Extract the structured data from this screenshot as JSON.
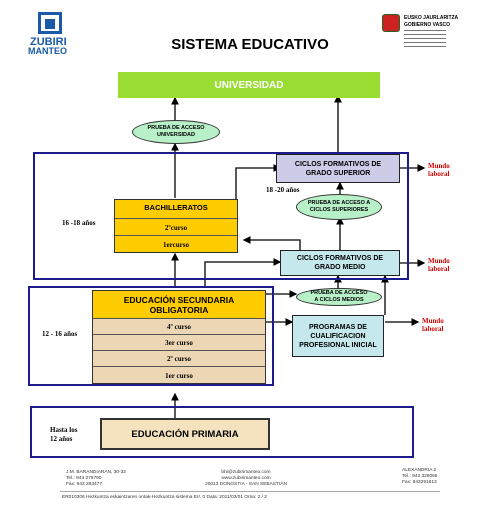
{
  "header": {
    "logo_left_line1": "ZUBIRI",
    "logo_left_line2": "MANTEO",
    "title": "SISTEMA EDUCATIVO",
    "logo_right_line1": "EUSKO JAURLARITZA",
    "logo_right_line2": "GOBIERNO VASCO"
  },
  "nodes": {
    "universidad": "UNIVERSIDAD",
    "prueba_universidad": "PRUEBA DE ACCESO UNIVERSIDAD",
    "ciclos_superior": "CICLOS FORMATIVOS DE GRADO SUPERIOR",
    "prueba_superiores": "PRUEBA DE ACCESO A CICLOS SUPERIORES",
    "bachilleratos": "BACHILLERATOS",
    "bach_2": "2ºcurso",
    "bach_1": "1ercurso",
    "ciclos_medio": "CICLOS FORMATIVOS DE GRADO MEDIO",
    "prueba_medios": "PRUEBA DE ACCESO A CICLOS MEDIOS",
    "eso_title": "EDUCACIÓN SECUNDARIA OBLIGATORIA",
    "eso_4": "4º curso",
    "eso_3": "3er curso",
    "eso_2": "2º curso",
    "eso_1": "1er curso",
    "pcpi": "PROGRAMAS DE CUALIFICACION PROFESIONAL INICIAL",
    "primaria": "EDUCACIÓN PRIMARIA"
  },
  "ages": {
    "bach_age": "16 -18 años",
    "ciclos_sup_age": "18 -20 años",
    "eso_age": "12 - 16 años",
    "prim_age_line1": "Hasta los",
    "prim_age_line2": "12 años"
  },
  "labels": {
    "mundo_line1": "Mundo",
    "mundo_line2": "laboral"
  },
  "footer": {
    "addr_line1": "J.M. BARANDIARAN, 30-32",
    "addr_line2": "Tel.: 943 279790",
    "addr_line3": "Fax: 943 283477",
    "web_line1": "bhi@zubirimanteo.com",
    "web_line2": "www.zubirimanteo.com",
    "web_line3": "20013 DONOSTIA - SAN SEBASTIÁN",
    "right_line1": "ALEXANDRIA 2",
    "right_line2": "Tel.: 943 328065",
    "right_line3": "Fax: 943291613",
    "doc_ref": "ER010306 Hezkuntza eskaintzaren ontak-Hezkuntza sistema Err. 0 Data: 2011/03/01 Orria: 2 / 2"
  },
  "colors": {
    "frame": "#1c1c8c",
    "universidad": "#99dd33",
    "ciclos": "#cccce8",
    "bachillerato": "#ffcc00",
    "eso": "#ffcc00",
    "rows": "#ecd6b4",
    "pcpi": "#c5e8ec",
    "oval": "#b8f0c8",
    "primaria": "#f5e3c0",
    "mundo": "#d40000"
  }
}
